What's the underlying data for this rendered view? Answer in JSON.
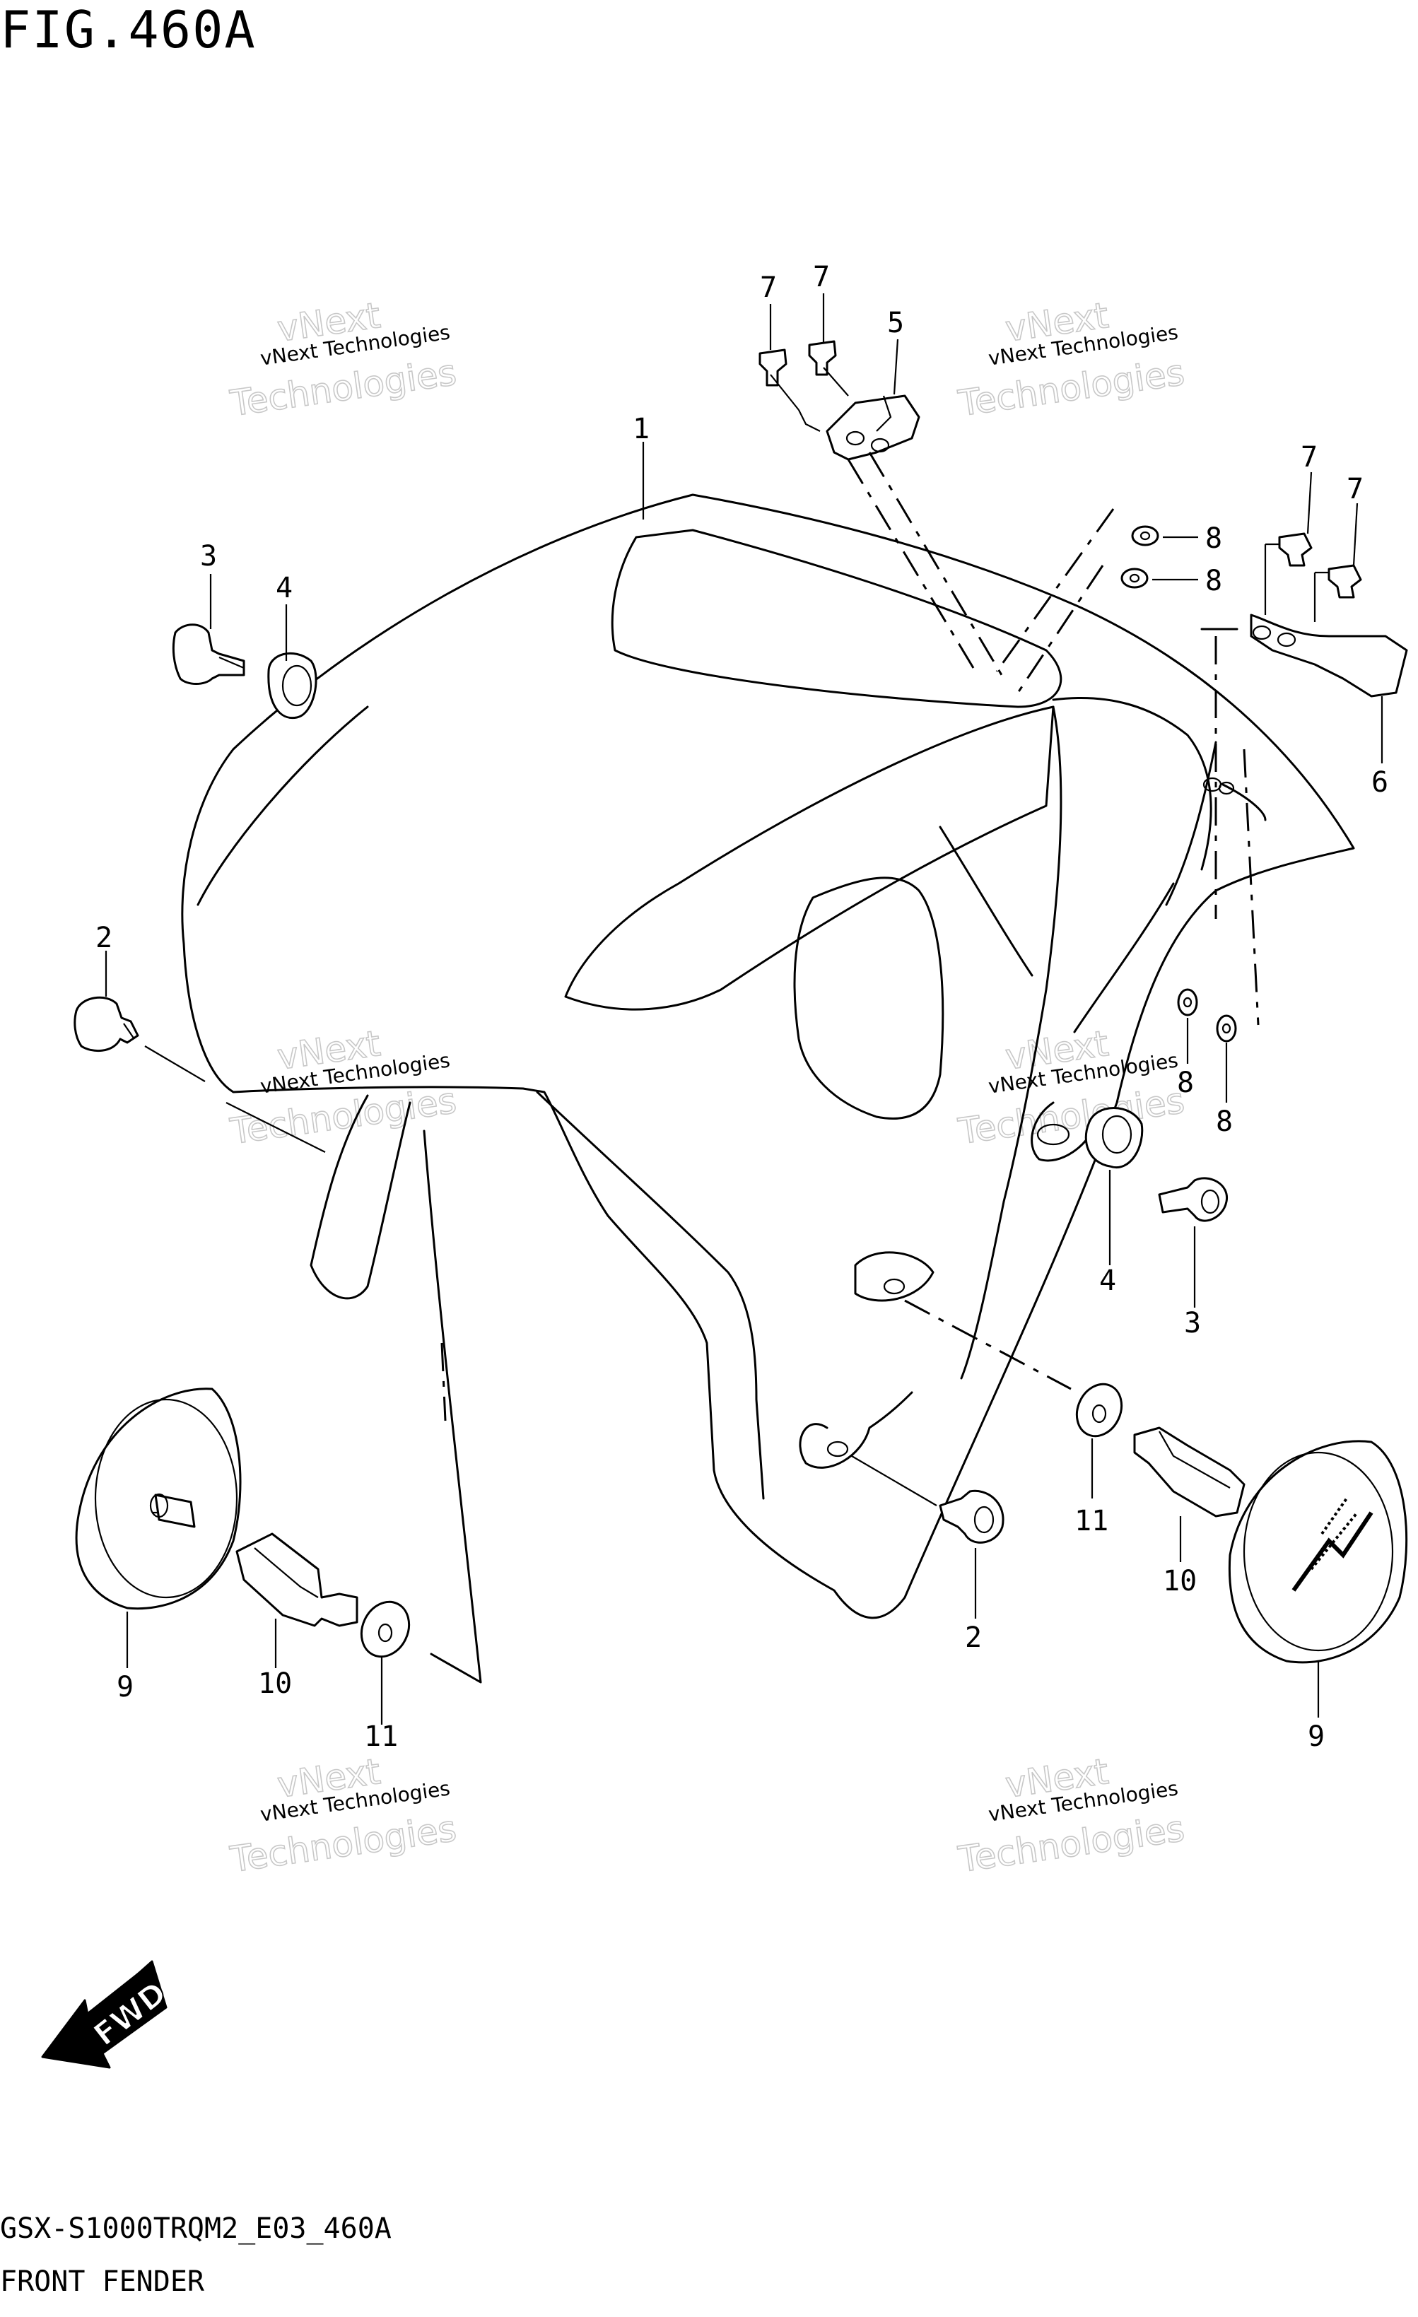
{
  "figure": {
    "title": "FIG.460A",
    "code": "GSX-S1000TRQM2_E03_460A",
    "name": "FRONT FENDER",
    "direction_label": "FWD"
  },
  "watermark": {
    "line1": "vNext Technologies",
    "line2": "vNext",
    "line3": "Technologies"
  },
  "callouts": [
    {
      "id": "c1",
      "label": "1"
    },
    {
      "id": "c2a",
      "label": "2"
    },
    {
      "id": "c2b",
      "label": "2"
    },
    {
      "id": "c3a",
      "label": "3"
    },
    {
      "id": "c3b",
      "label": "3"
    },
    {
      "id": "c4a",
      "label": "4"
    },
    {
      "id": "c4b",
      "label": "4"
    },
    {
      "id": "c5",
      "label": "5"
    },
    {
      "id": "c6",
      "label": "6"
    },
    {
      "id": "c7a",
      "label": "7"
    },
    {
      "id": "c7b",
      "label": "7"
    },
    {
      "id": "c7c",
      "label": "7"
    },
    {
      "id": "c7d",
      "label": "7"
    },
    {
      "id": "c8a",
      "label": "8"
    },
    {
      "id": "c8b",
      "label": "8"
    },
    {
      "id": "c8c",
      "label": "8"
    },
    {
      "id": "c8d",
      "label": "8"
    },
    {
      "id": "c9a",
      "label": "9"
    },
    {
      "id": "c9b",
      "label": "9"
    },
    {
      "id": "c10a",
      "label": "10"
    },
    {
      "id": "c10b",
      "label": "10"
    },
    {
      "id": "c11a",
      "label": "11"
    },
    {
      "id": "c11b",
      "label": "11"
    }
  ]
}
